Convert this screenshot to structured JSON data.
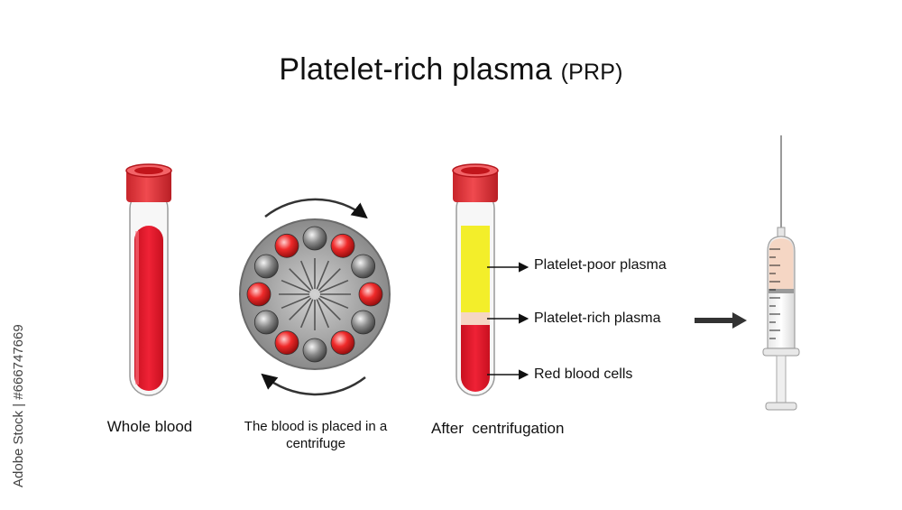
{
  "title": {
    "main": "Platelet-rich plasma",
    "suffix": "(PRP)"
  },
  "captions": {
    "whole_blood": "Whole blood",
    "centrifuge": "The blood is placed in a centrifuge",
    "after": "After  centrifugation"
  },
  "layers": [
    {
      "label": "Platelet-poor plasma",
      "color": "#f3ee2a"
    },
    {
      "label": "Platelet-rich plasma",
      "color": "#f5d6c4"
    },
    {
      "label": "Red blood cells",
      "color": "#e0162a"
    }
  ],
  "watermark": "Adobe Stock | #666747669",
  "colors": {
    "cap": "#e23a3f",
    "blood": "#e0162a",
    "plasma": "#f3ee2a",
    "prp": "#f5d6c4",
    "disc": "#8e8e8e"
  }
}
